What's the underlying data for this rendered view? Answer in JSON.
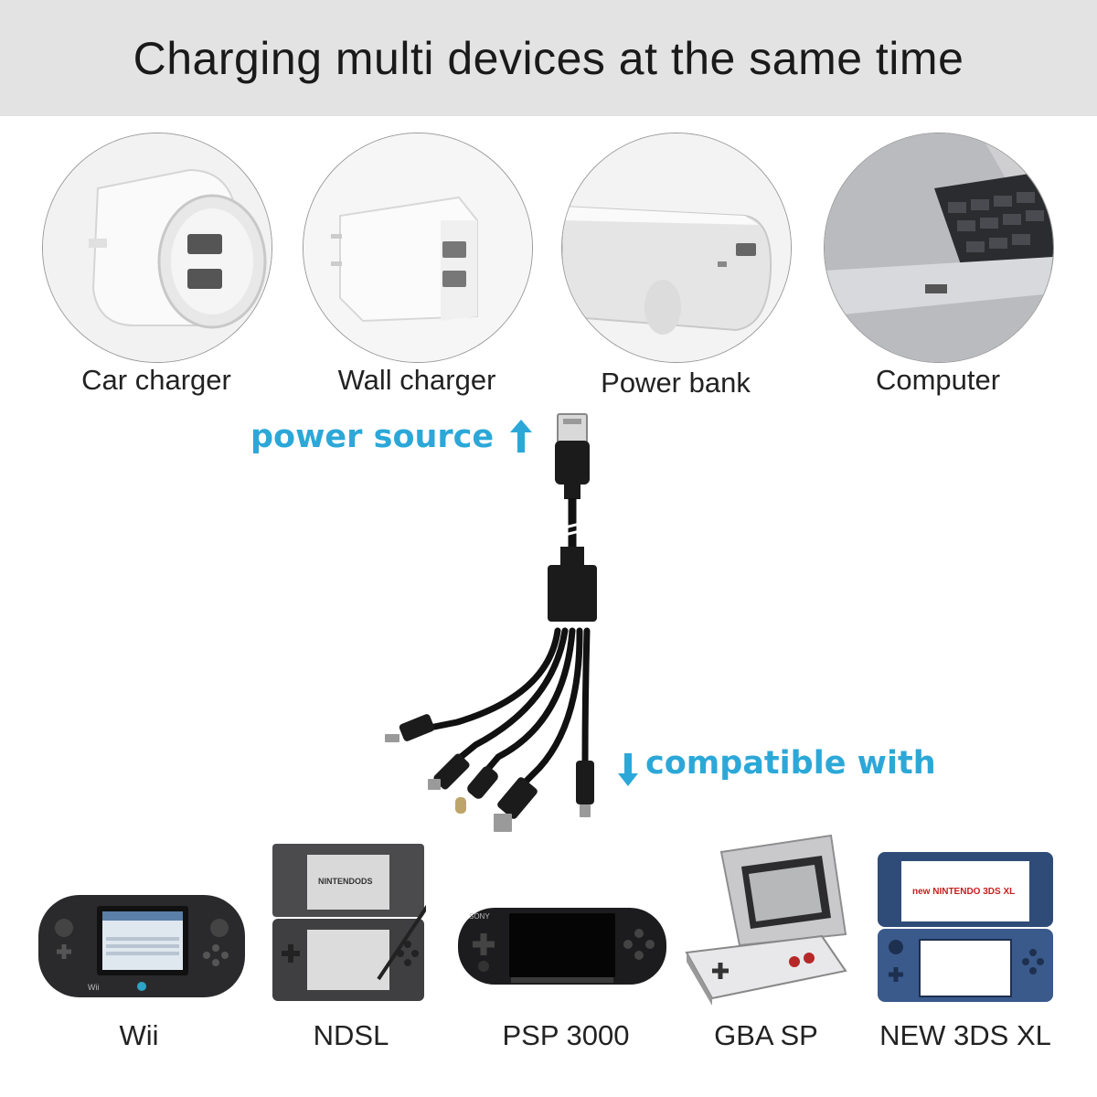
{
  "banner": {
    "title": "Charging multi devices at the same time"
  },
  "power_sources": [
    {
      "label": "Car charger"
    },
    {
      "label": "Wall charger"
    },
    {
      "label": "Power bank"
    },
    {
      "label": "Computer"
    }
  ],
  "cable": {
    "power_source_label": "power source",
    "compatible_label": "compatible with",
    "accent_color": "#2ca8d8"
  },
  "devices": [
    {
      "label": "Wii",
      "screen_text": "Wii"
    },
    {
      "label": "NDSL",
      "screen_text": "NINTENDODS"
    },
    {
      "label": "PSP 3000",
      "screen_text": "SONY"
    },
    {
      "label": "GBA SP",
      "screen_text": ""
    },
    {
      "label": "NEW 3DS XL",
      "screen_text": "new NINTENDO 3DS XL"
    }
  ]
}
